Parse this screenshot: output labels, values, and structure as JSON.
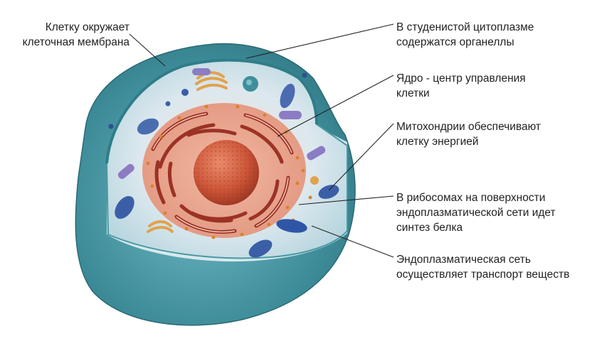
{
  "labels": {
    "membrane": [
      "Клетку окружает",
      "клеточная мембрана"
    ],
    "cytoplasm": [
      "В студенистой цитоплазме",
      "содержатся органеллы"
    ],
    "nucleus": [
      "Ядро - центр управления",
      "клетки"
    ],
    "mitochondria": [
      "Митохондрии обеспечивают",
      "клетку энергией"
    ],
    "ribosomes": [
      "В рибосомах на поверхности",
      "эндоплазматической сети идет",
      "синтез белка"
    ],
    "er": [
      "Эндоплазматическая сеть",
      "осуществляет транспорт веществ"
    ]
  },
  "colors": {
    "membrane_outer": "#3f8e9a",
    "membrane_inner": "#6fb7c0",
    "cytoplasm": "#d9e8ef",
    "nucleus": "#c9503a",
    "er": "#a83a2e",
    "mitochondria": "#3b5fa6",
    "golgi": "#e0a24a"
  }
}
